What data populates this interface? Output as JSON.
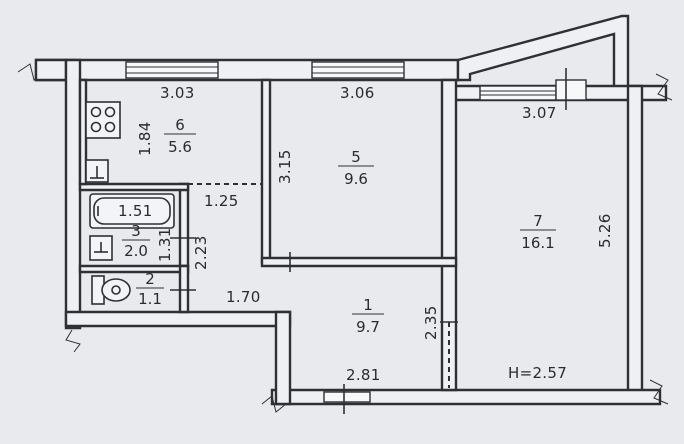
{
  "plan": {
    "ceiling_height": "H=2.57",
    "rooms": [
      {
        "number": "1",
        "area": "9.7"
      },
      {
        "number": "2",
        "area": "1.1"
      },
      {
        "number": "3",
        "area": "2.0"
      },
      {
        "number": "5",
        "area": "9.6"
      },
      {
        "number": "6",
        "area": "5.6"
      },
      {
        "number": "7",
        "area": "16.1"
      }
    ],
    "dimensions": [
      "3.03",
      "3.06",
      "3.07",
      "1.84",
      "3.15",
      "5.26",
      "1.25",
      "1.51",
      "1.31",
      "2.23",
      "1.70",
      "2.35",
      "2.81"
    ]
  }
}
